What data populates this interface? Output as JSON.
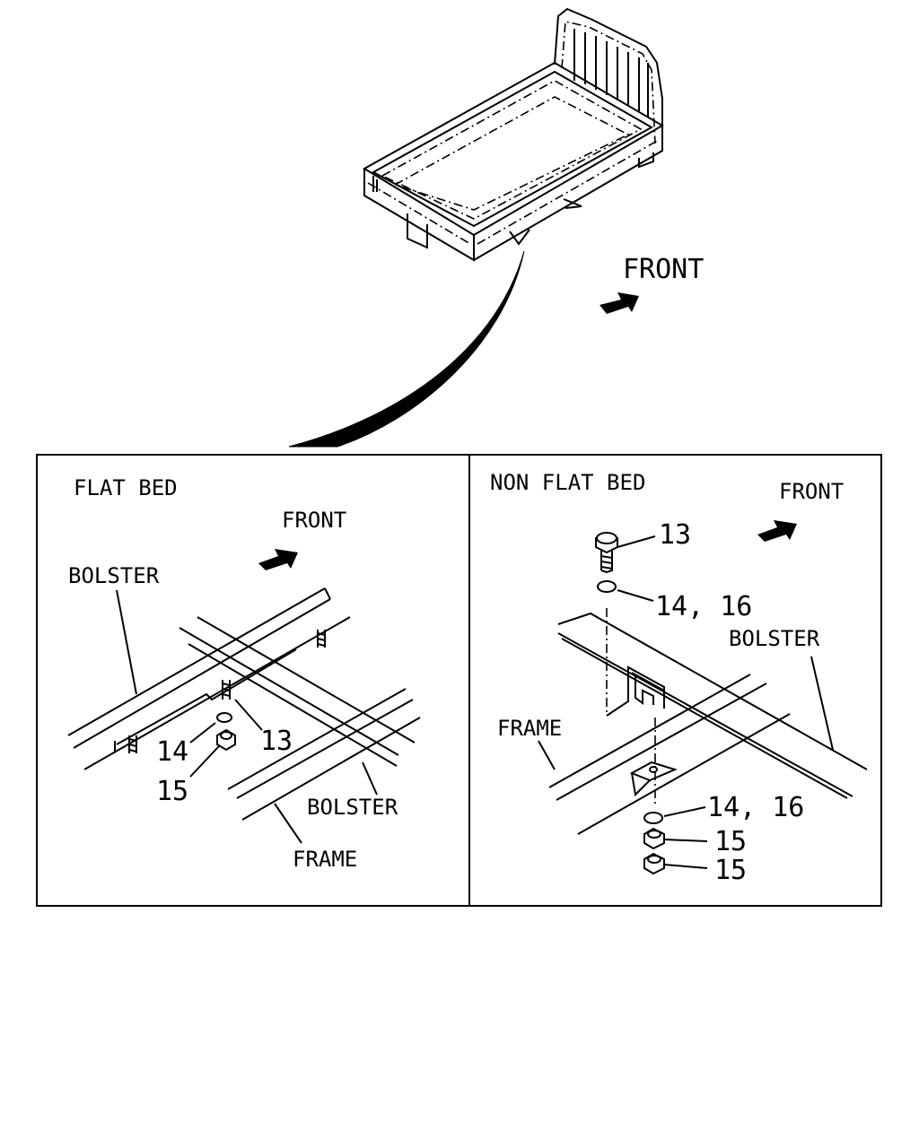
{
  "colors": {
    "ink": "#000000",
    "paper": "#ffffff"
  },
  "top": {
    "front_label": "FRONT"
  },
  "flat_bed": {
    "title": "FLAT BED",
    "front_label": "FRONT",
    "bolster_left": "BOLSTER",
    "bolster_right": "BOLSTER",
    "frame": "FRAME",
    "part_13": "13",
    "part_14": "14",
    "part_15": "15"
  },
  "non_flat_bed": {
    "title": "NON FLAT BED",
    "front_label": "FRONT",
    "bolster": "BOLSTER",
    "frame": "FRAME",
    "part_13": "13",
    "part_14_16_top": "14, 16",
    "part_14_16_bottom": "14, 16",
    "part_15_a": "15",
    "part_15_b": "15"
  }
}
